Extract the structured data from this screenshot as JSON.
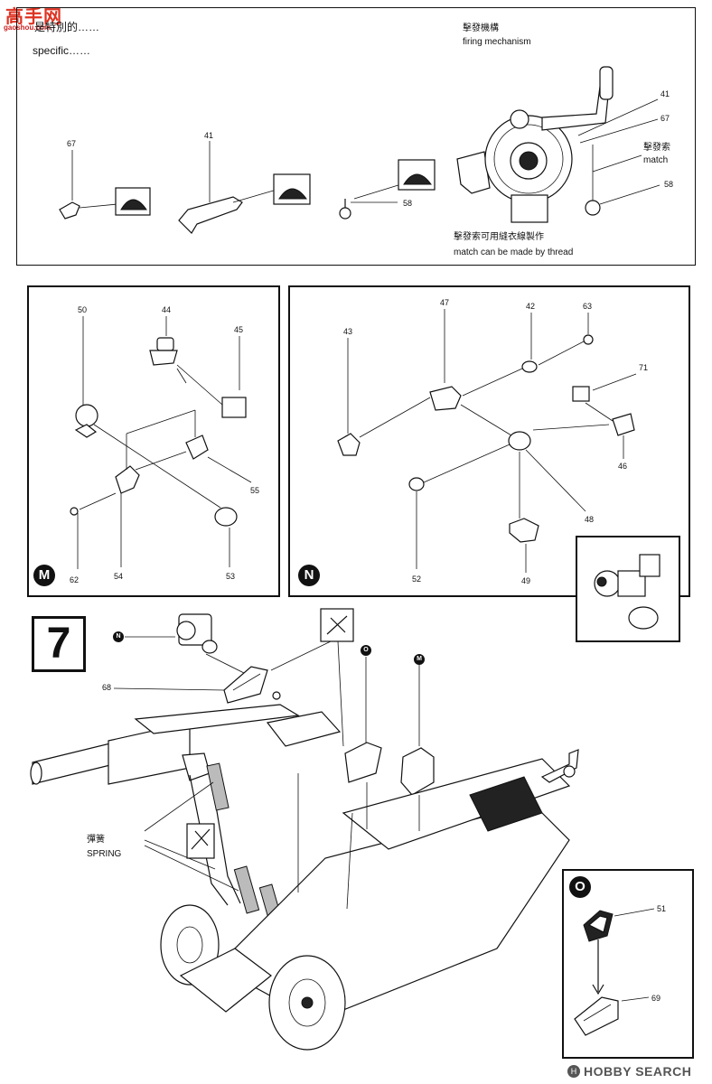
{
  "watermark": {
    "logo": "高手网",
    "url": "gaoshou.com"
  },
  "top_section": {
    "special_cn": "是特別的……",
    "special_en": "specific……",
    "firing_mechanism_cn": "擊發機構",
    "firing_mechanism_en": "firing mechanism",
    "match_cn": "擊發索",
    "match_en": "match",
    "thread_note_cn": "擊發索可用縫衣線製作",
    "thread_note_en": "match can be made by thread",
    "part_labels": [
      "67",
      "41",
      "58",
      "41",
      "67",
      "58"
    ]
  },
  "panel_m": {
    "badge": "M",
    "part_labels": [
      "50",
      "44",
      "45",
      "55",
      "62",
      "54",
      "53"
    ]
  },
  "panel_n": {
    "badge": "N",
    "part_labels": [
      "43",
      "47",
      "42",
      "63",
      "71",
      "46",
      "48",
      "52",
      "49"
    ]
  },
  "step7": {
    "step_number": "7",
    "callout_n": "N",
    "callout_o": "O",
    "callout_m": "M",
    "part_68": "68",
    "spring_cn": "彈簧",
    "spring_en": "SPRING"
  },
  "panel_o": {
    "badge": "O",
    "part_labels": [
      "51",
      "69"
    ]
  },
  "footer": {
    "hobby_search": "HOBBY SEARCH"
  }
}
